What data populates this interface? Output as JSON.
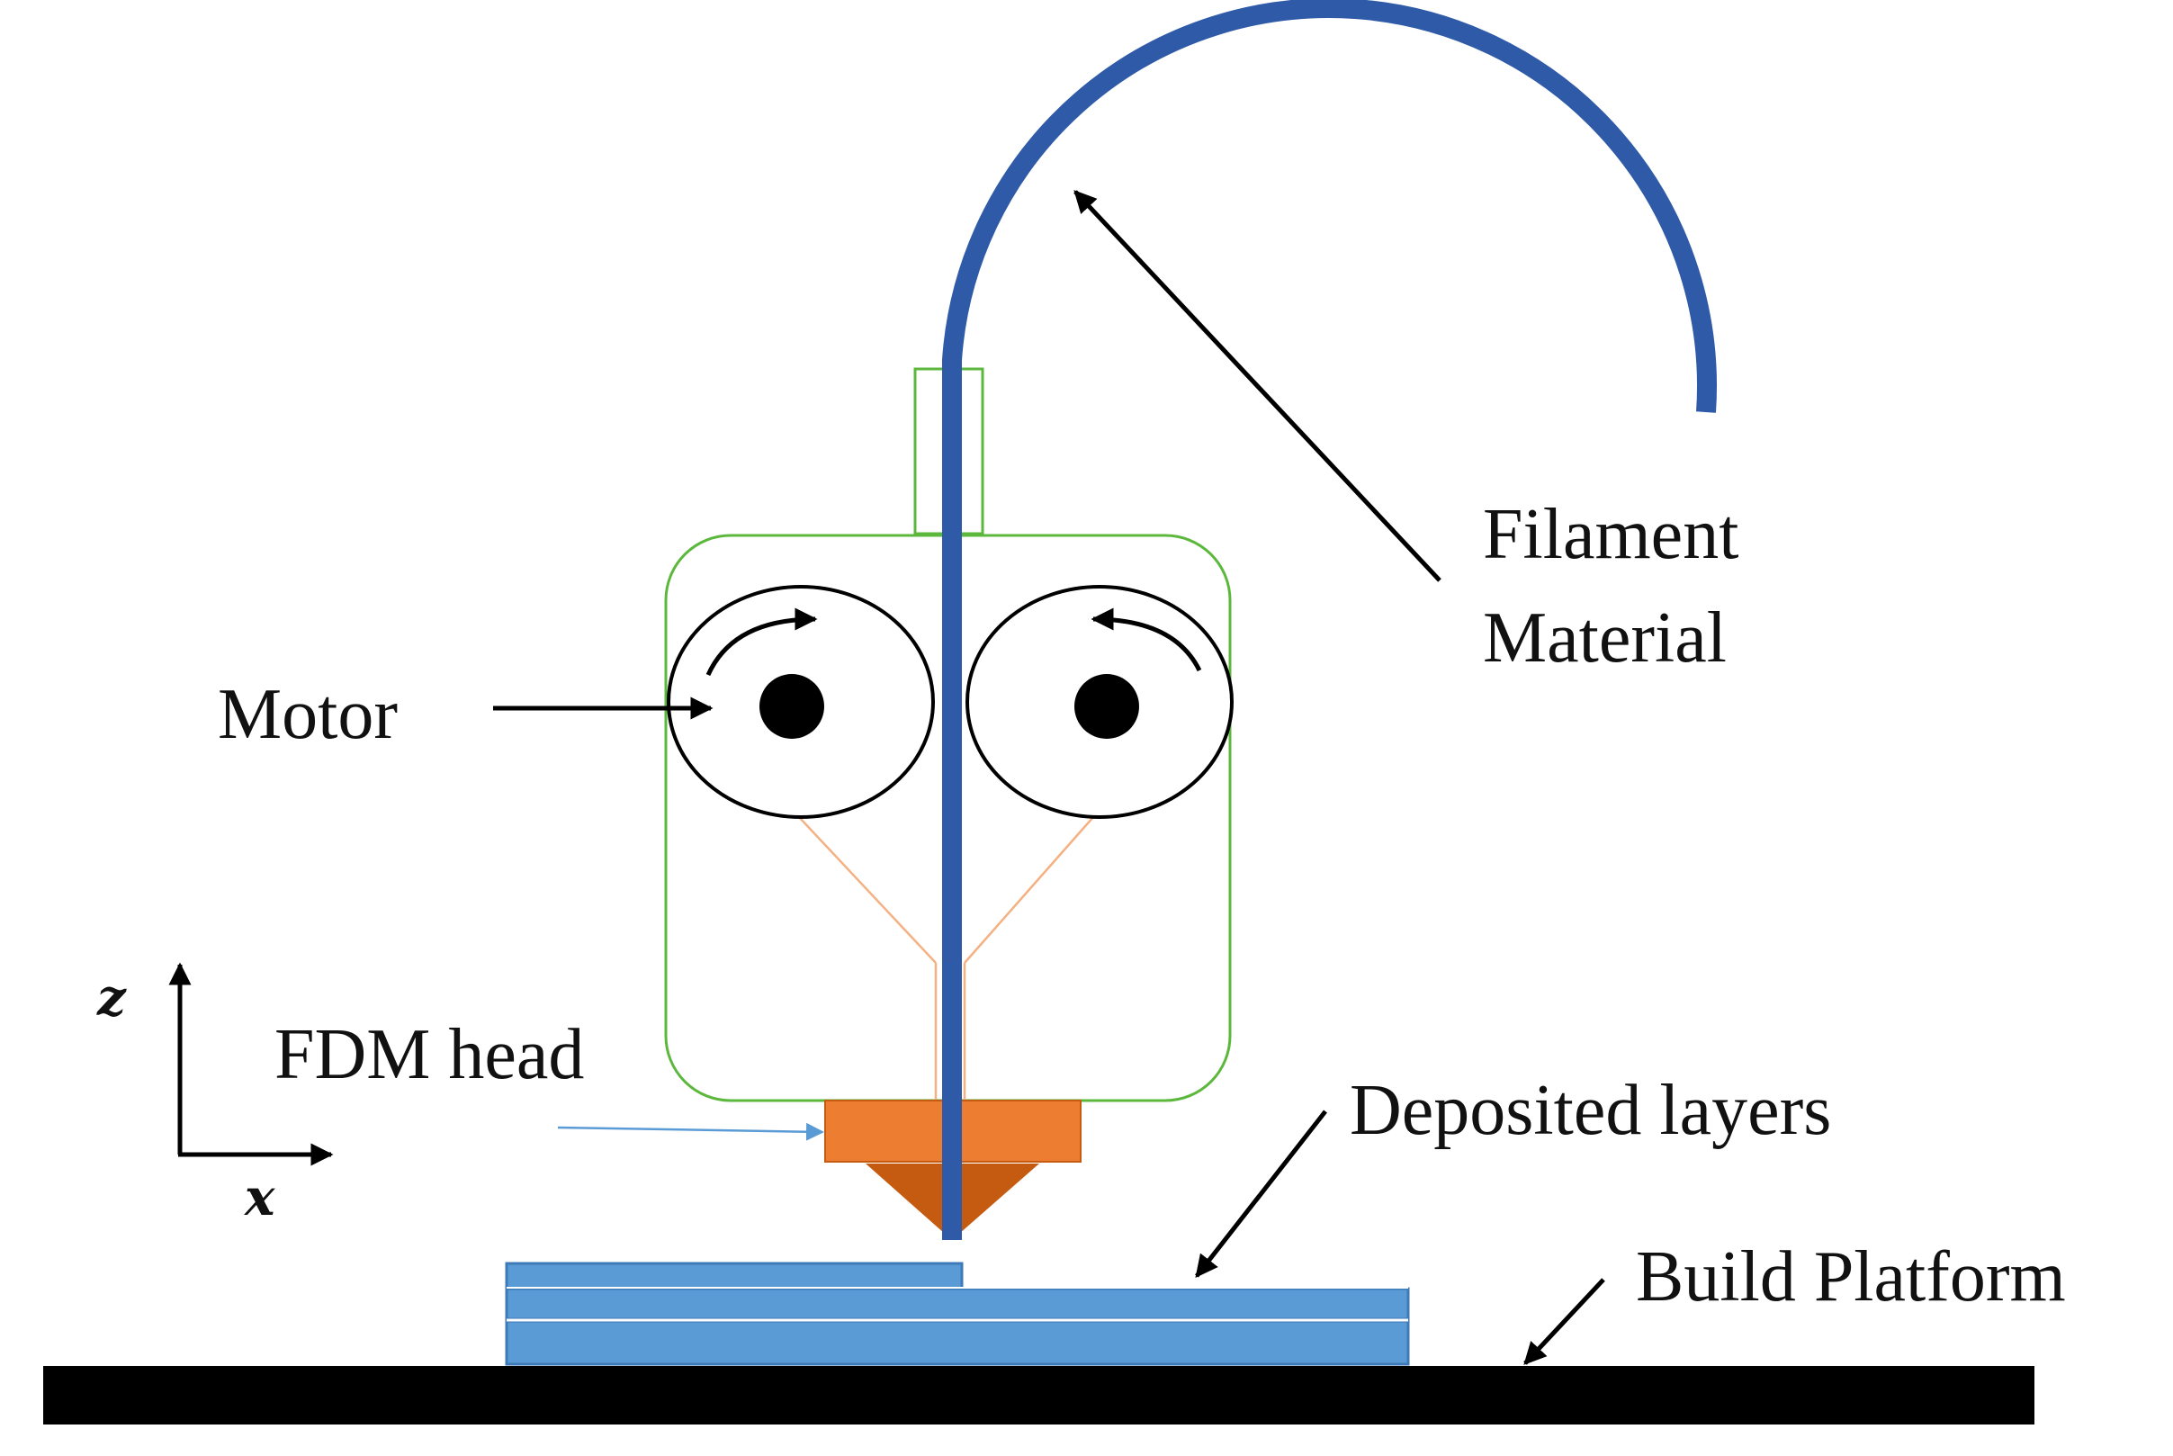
{
  "labels": {
    "filament_line1": "Filament",
    "filament_line2": "Material",
    "motor": "Motor",
    "fdm_head": "FDM head",
    "deposited_layers": "Deposited layers",
    "build_platform": "Build Platform"
  },
  "axes": {
    "z": "z",
    "x": "x"
  },
  "colors": {
    "filament": "#2e5aa8",
    "head_outline": "#5cb83c",
    "nozzle_block": "#ed7d31",
    "nozzle_tip": "#c55a11",
    "layers": "#5b9bd5",
    "layer_edge": "#3d7ab8",
    "platform": "#000000",
    "feed_arrow": "#5b9bd5",
    "guide_lines": "#f4b183"
  },
  "icons": {
    "rotation_left": "clockwise-arrow-icon",
    "rotation_right": "counterclockwise-arrow-icon",
    "axis": "z-x-axis-icon"
  }
}
